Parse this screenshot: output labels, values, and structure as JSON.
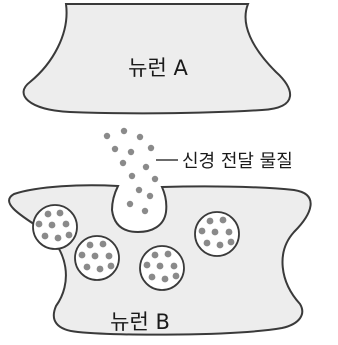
{
  "neuron_a": {
    "label": "뉴런 A"
  },
  "neuron_b": {
    "label": "뉴런 B"
  },
  "neurotransmitter": {
    "label": "신경 전달 물질"
  },
  "colors": {
    "cell_fill": "#ededed",
    "vesicle_fill": "#ffffff",
    "dot_fill": "#8a8a8a",
    "outline": "#3a3a3a"
  }
}
